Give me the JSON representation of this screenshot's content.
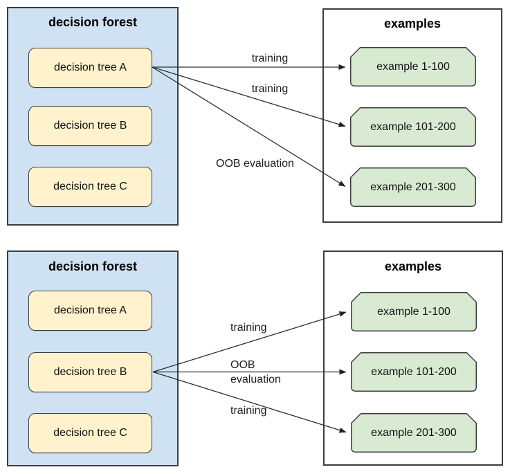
{
  "colors": {
    "background": "#ffffff",
    "forest_fill": "#cfe2f3",
    "tree_fill": "#fff2cc",
    "example_fill": "#d9ead3",
    "shape_border": "#3d3d3d",
    "arrow": "#2e2e2e",
    "text": "#111111"
  },
  "diagrams": [
    {
      "forest": {
        "title": "decision forest",
        "trees": [
          {
            "label": "decision tree A"
          },
          {
            "label": "decision tree B"
          },
          {
            "label": "decision tree C"
          }
        ]
      },
      "examples": {
        "title": "examples",
        "items": [
          {
            "label": "example 1-100"
          },
          {
            "label": "example 101-200"
          },
          {
            "label": "example 201-300"
          }
        ]
      },
      "arrows": [
        {
          "label": "training",
          "from": "decision tree A",
          "to": "example 1-100"
        },
        {
          "label": "training",
          "from": "decision tree A",
          "to": "example 101-200"
        },
        {
          "label": "OOB evaluation",
          "from": "decision tree A",
          "to": "example 201-300"
        }
      ]
    },
    {
      "forest": {
        "title": "decision forest",
        "trees": [
          {
            "label": "decision tree A"
          },
          {
            "label": "decision tree B"
          },
          {
            "label": "decision tree C"
          }
        ]
      },
      "examples": {
        "title": "examples",
        "items": [
          {
            "label": "example 1-100"
          },
          {
            "label": "example 101-200"
          },
          {
            "label": "example 201-300"
          }
        ]
      },
      "arrows": [
        {
          "label": "training",
          "from": "decision tree B",
          "to": "example 1-100"
        },
        {
          "label": "OOB evaluation",
          "from": "decision tree B",
          "to": "example 101-200"
        },
        {
          "label": "training",
          "from": "decision tree B",
          "to": "example 201-300"
        }
      ]
    }
  ]
}
